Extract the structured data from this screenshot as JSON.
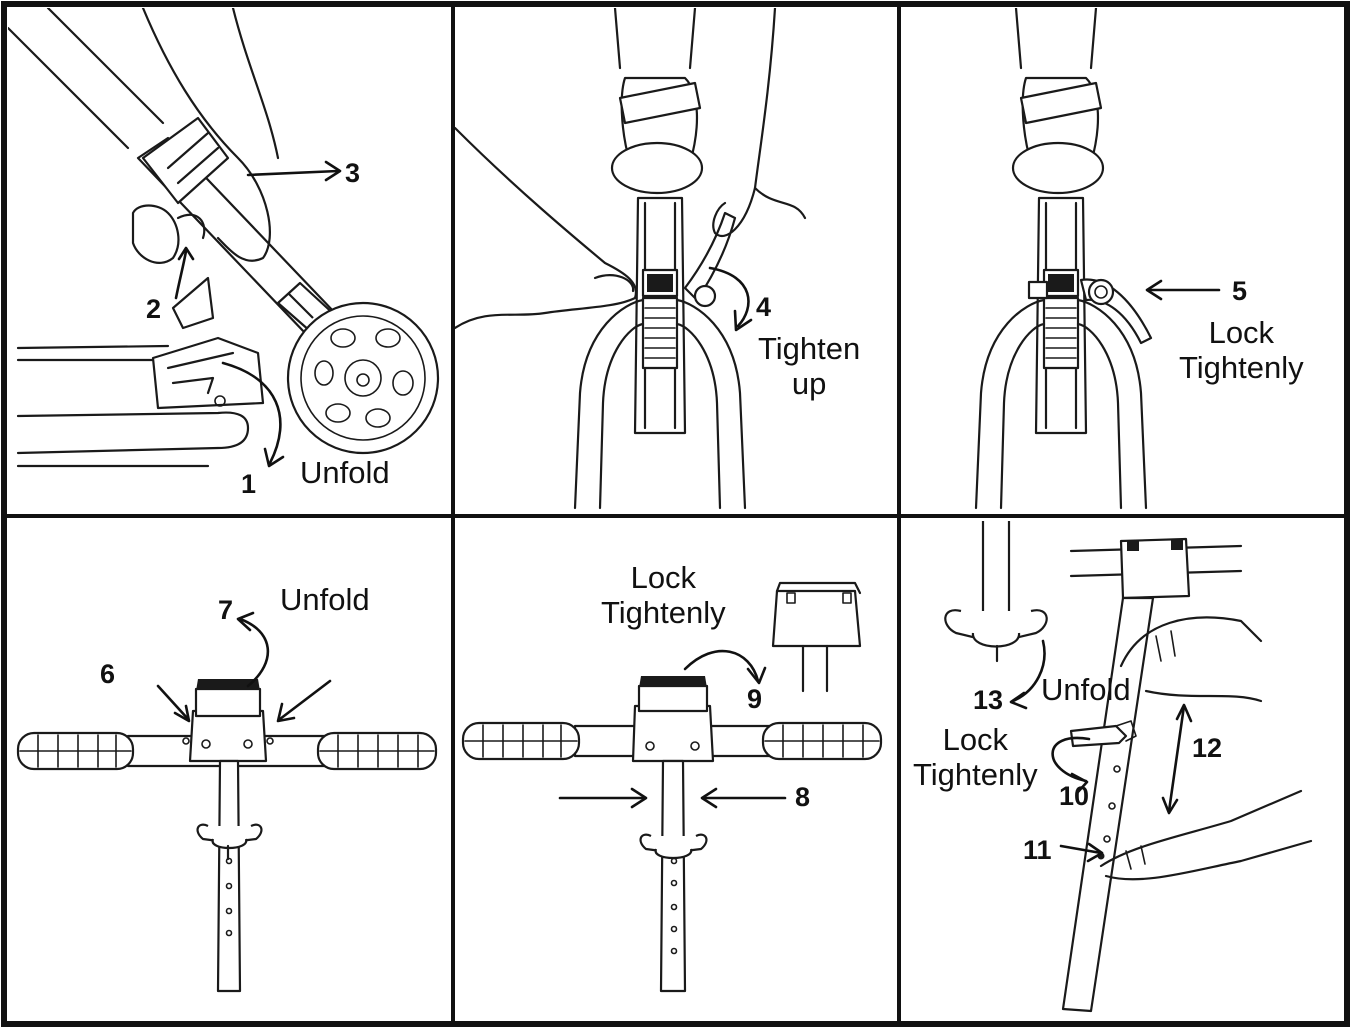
{
  "panels": [
    {
      "id": "step-1-3",
      "numbers": {
        "n1": "1",
        "n2": "2",
        "n3": "3"
      },
      "caption": [
        "Unfold"
      ]
    },
    {
      "id": "step-4",
      "numbers": {
        "n4": "4"
      },
      "caption": [
        "Tighten",
        "up"
      ]
    },
    {
      "id": "step-5",
      "numbers": {
        "n5": "5"
      },
      "caption": [
        "Lock",
        "Tightenly"
      ]
    },
    {
      "id": "step-6-7",
      "numbers": {
        "n6": "6",
        "n7": "7"
      },
      "caption": [
        "Unfold"
      ]
    },
    {
      "id": "step-8-9",
      "numbers": {
        "n8": "8",
        "n9": "9"
      },
      "caption": [
        "Lock",
        "Tightenly"
      ]
    },
    {
      "id": "step-10-13",
      "numbers": {
        "n10": "10",
        "n11": "11",
        "n12": "12",
        "n13": "13"
      },
      "caption_unfold": [
        "Unfold"
      ],
      "caption_lock": [
        "Lock",
        "Tightenly"
      ]
    }
  ],
  "colors": {
    "line": "#1a1a1a",
    "border": "#111111",
    "background": "#ffffff"
  }
}
